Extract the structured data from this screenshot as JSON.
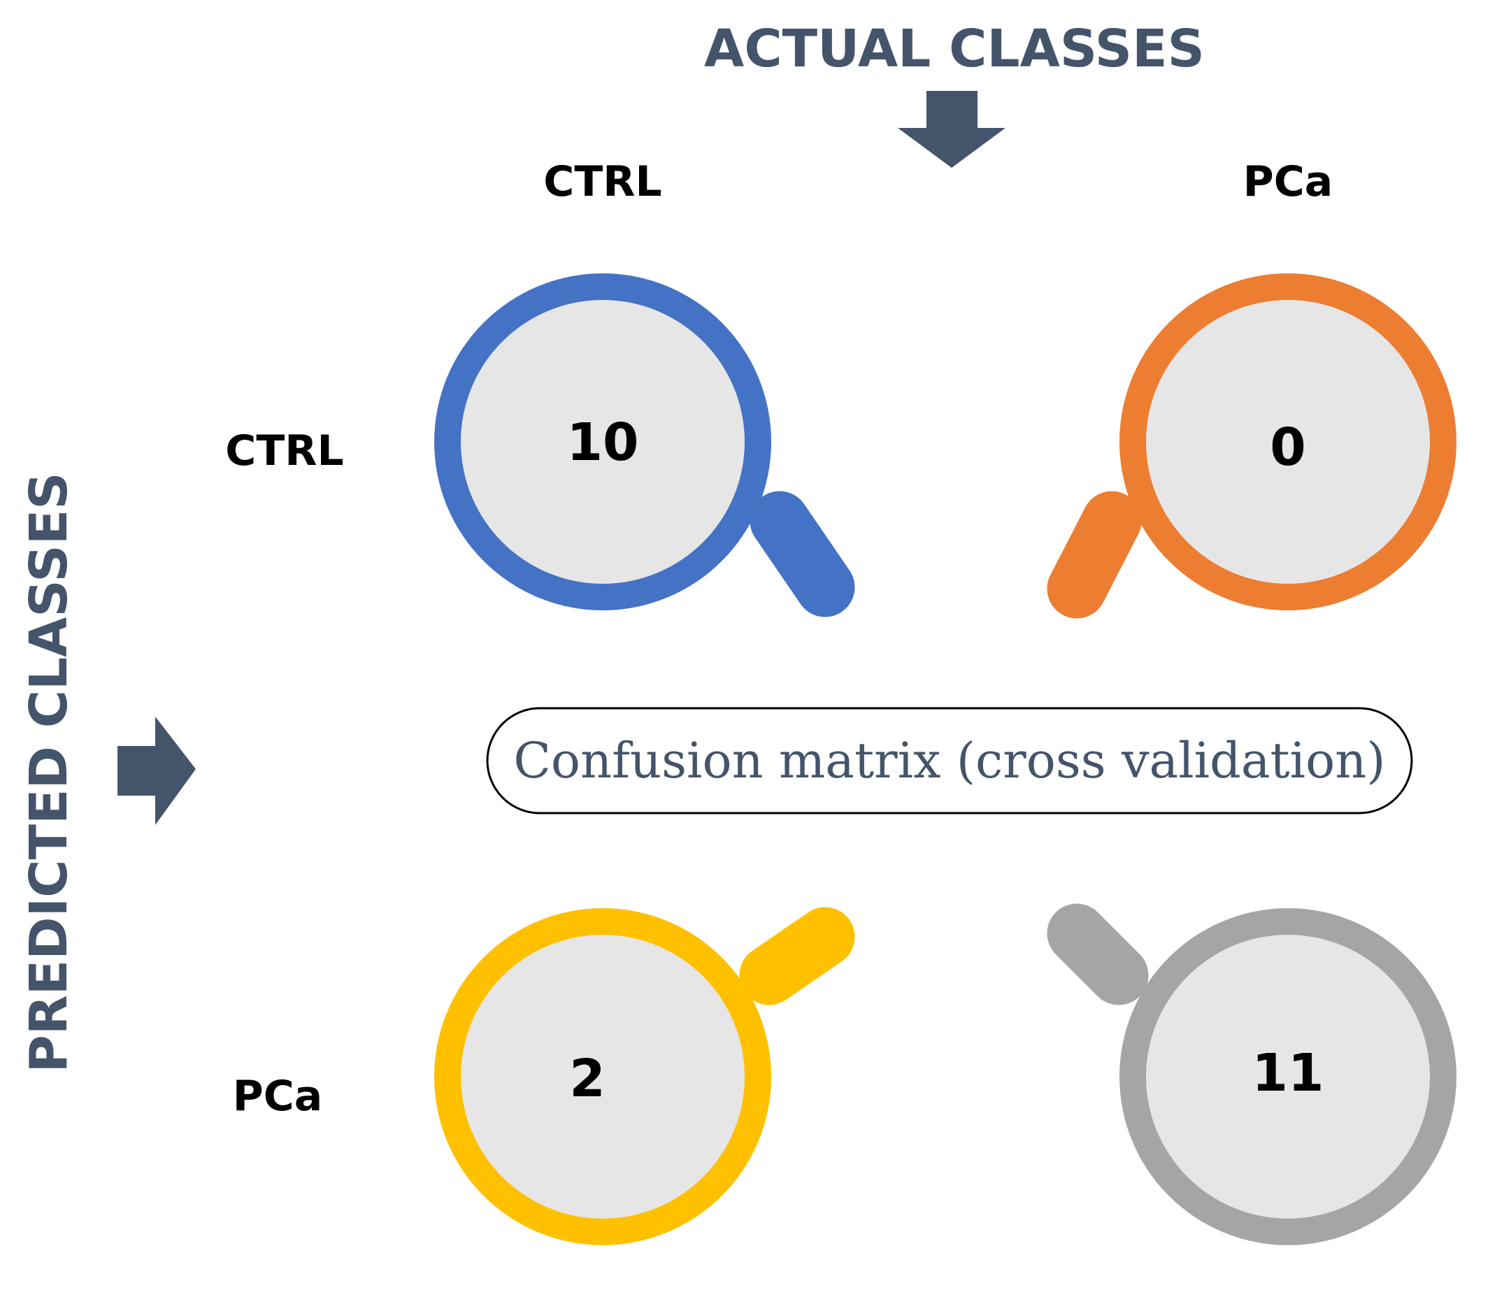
{
  "actual_title": "ACTUAL CLASSES",
  "predicted_title": "PREDICTED CLASSES",
  "caption": "Confusion matrix (cross validation)",
  "actual_classes": [
    "CTRL",
    "PCa"
  ],
  "predicted_classes": [
    "CTRL",
    "PCa"
  ],
  "cells": [
    {
      "predicted": "CTRL",
      "actual": "CTRL",
      "count": "10",
      "color": "#4472c4"
    },
    {
      "predicted": "CTRL",
      "actual": "PCa",
      "count": "0",
      "color": "#ed7d31"
    },
    {
      "predicted": "PCa",
      "actual": "CTRL",
      "count": "2",
      "color": "#ffc000"
    },
    {
      "predicted": "PCa",
      "actual": "PCa",
      "count": "11",
      "color": "#a5a5a5"
    }
  ],
  "colors": {
    "title": "#44546a",
    "inner_disc": "#e6e6e6"
  }
}
